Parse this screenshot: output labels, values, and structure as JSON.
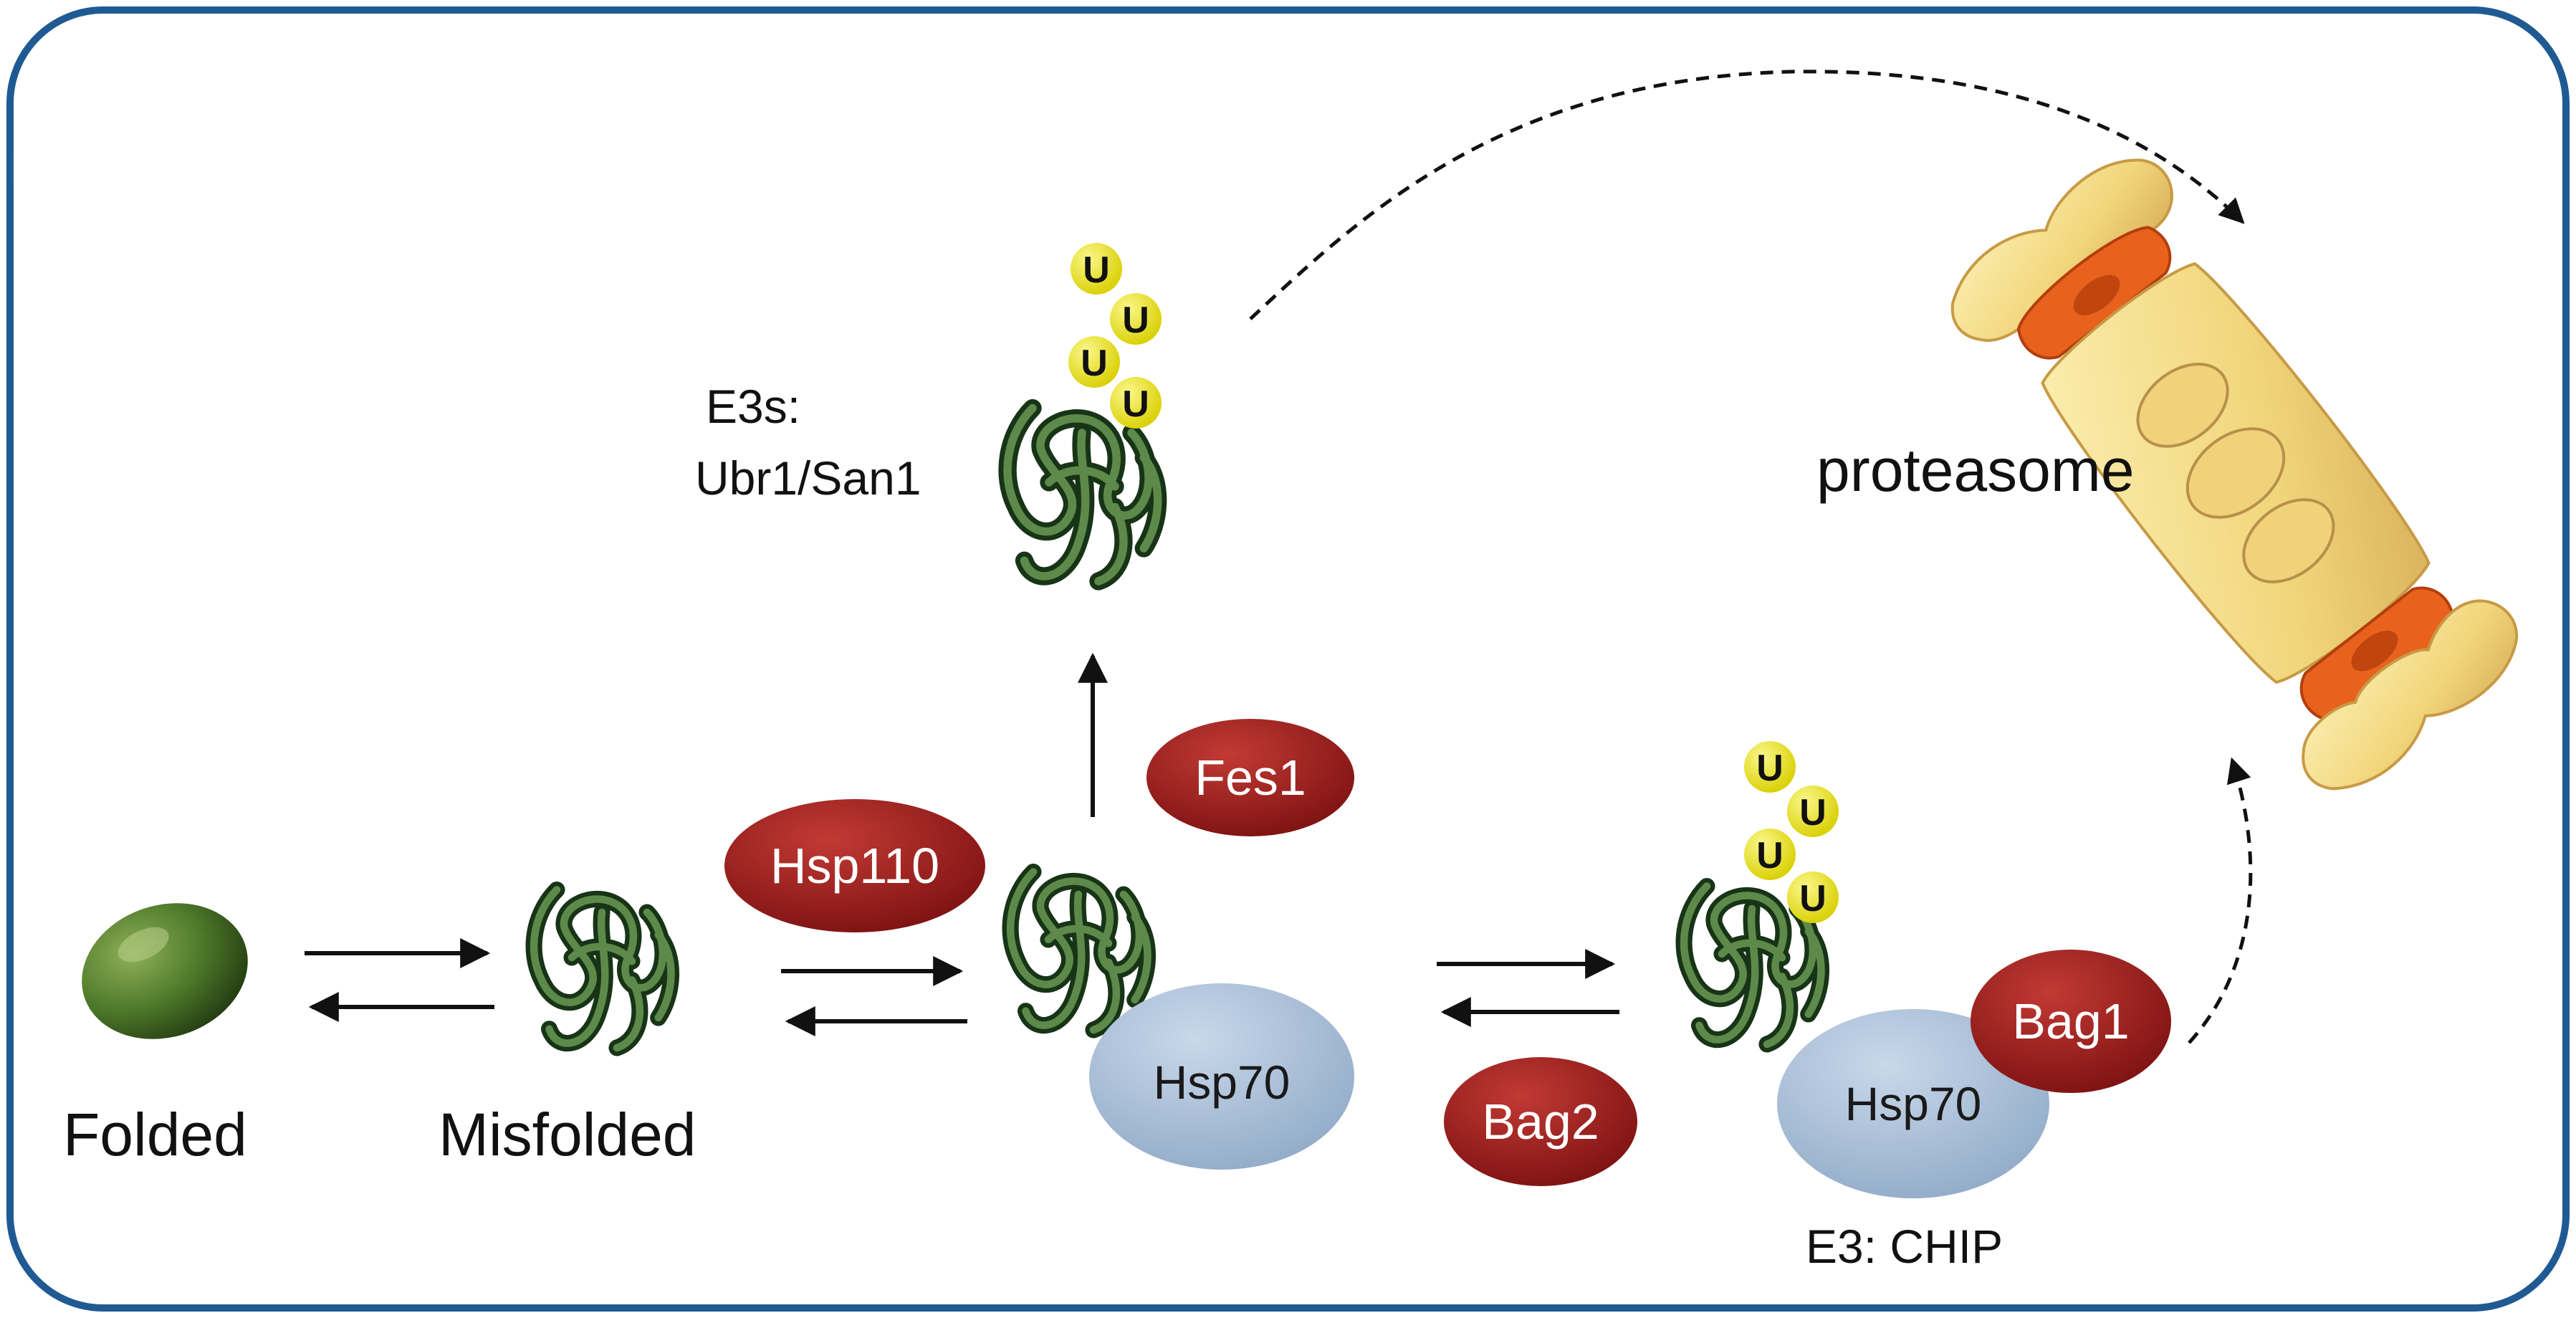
{
  "colors": {
    "frame": "#1f5a93",
    "protein_green": "#2f5a2c",
    "chaperone_red": "#9b1b1b",
    "hsp70_blue": "#a9bfd9",
    "ubiquitin_yellow": "#f1ec14",
    "proteasome_yellow": "#f4de8a",
    "proteasome_orange": "#e8621d",
    "arrow": "#111111"
  },
  "labels": {
    "folded": "Folded",
    "misfolded": "Misfolded",
    "e3s_line1": "E3s:",
    "e3s_line2": "Ubr1/San1",
    "e3_chip": "E3: CHIP",
    "proteasome": "proteasome"
  },
  "chaperones": {
    "hsp110": "Hsp110",
    "fes1": "Fes1",
    "hsp70_center": "Hsp70",
    "bag2": "Bag2",
    "hsp70_right": "Hsp70",
    "bag1": "Bag1"
  },
  "ubiquitin_tag": "U",
  "icons": [
    "folded-protein-icon",
    "misfolded-protein-icon",
    "ubiquitin-icon",
    "proteasome-icon",
    "equilibrium-arrow-icon",
    "dashed-arrow-icon"
  ]
}
